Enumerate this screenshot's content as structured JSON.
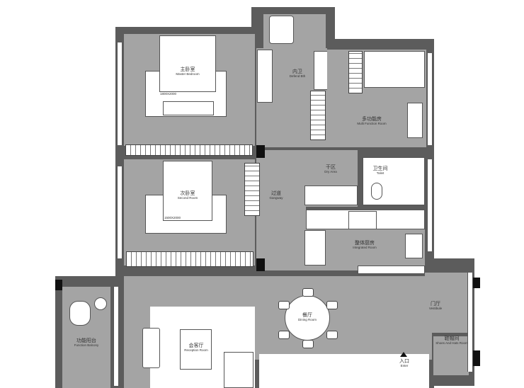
{
  "rooms": {
    "master_bedroom": {
      "cn": "主卧室",
      "en": "Master Bedroom",
      "bed_size": "1800X2000"
    },
    "defend_bath": {
      "cn": "内卫",
      "en": "Defend Bth"
    },
    "multi_function": {
      "cn": "多功能房",
      "en": "Multi Function Room"
    },
    "dry_area": {
      "cn": "干区",
      "en": "Dry Area"
    },
    "toilet": {
      "cn": "卫生间",
      "en": "Toilet"
    },
    "gangway": {
      "cn": "过道",
      "en": "Gangway"
    },
    "second_room": {
      "cn": "次卧室",
      "en": "Second Room",
      "bed_size": "1500X2000"
    },
    "integrated_room": {
      "cn": "整体厨房",
      "en": "Integrated Room"
    },
    "vestibule": {
      "cn": "门厅",
      "en": "Vestibule"
    },
    "dining_room": {
      "cn": "餐厅",
      "en": "Dining Room"
    },
    "reception_room": {
      "cn": "会客厅",
      "en": "Reception Room"
    },
    "function_balcony": {
      "cn": "功能阳台",
      "en": "Function Balcony"
    },
    "shoes_hats_room": {
      "cn": "鞋帽间",
      "en": "Shoes And Hats Room"
    },
    "enter": {
      "cn": "入口",
      "en": "Enter"
    }
  },
  "colors": {
    "wall": "#5c5c5c",
    "floor": "#a4a4a4",
    "furniture": "#ffffff"
  }
}
